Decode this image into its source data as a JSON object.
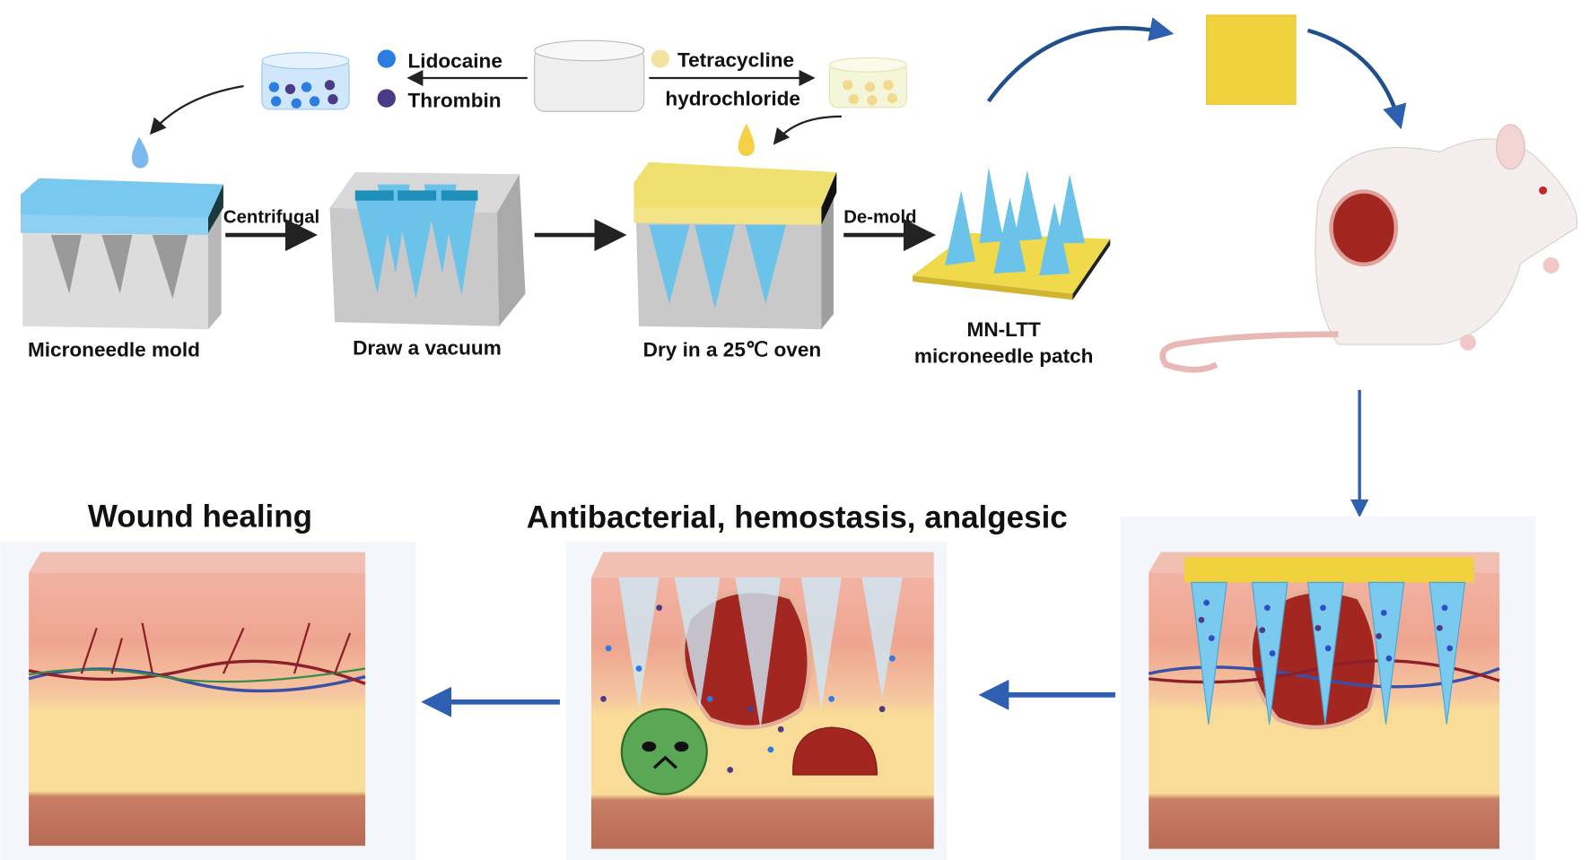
{
  "reagents": {
    "lidocaine": "Lidocaine",
    "thrombin": "Thrombin",
    "tetracycline_line1": "Tetracycline",
    "tetracycline_line2": "hydrochloride"
  },
  "steps": {
    "centrifugal": "Centrifugal",
    "demold": "De-mold",
    "mold": "Microneedle mold",
    "vacuum": "Draw a vacuum",
    "dry": "Dry in a 25℃ oven",
    "patch_line1": "MN-LTT",
    "patch_line2": "microneedle patch"
  },
  "outcomes": {
    "wound_healing": "Wound healing",
    "effects": "Antibacterial, hemostasis, analgesic"
  },
  "colors": {
    "lidocaine": "#2a7de1",
    "thrombin": "#4b3a85",
    "tetracycline": "#f3e3a0",
    "needle": "#6cc3ea",
    "patch": "#f0d94a",
    "arrow_blue": "#2f5fb0"
  }
}
